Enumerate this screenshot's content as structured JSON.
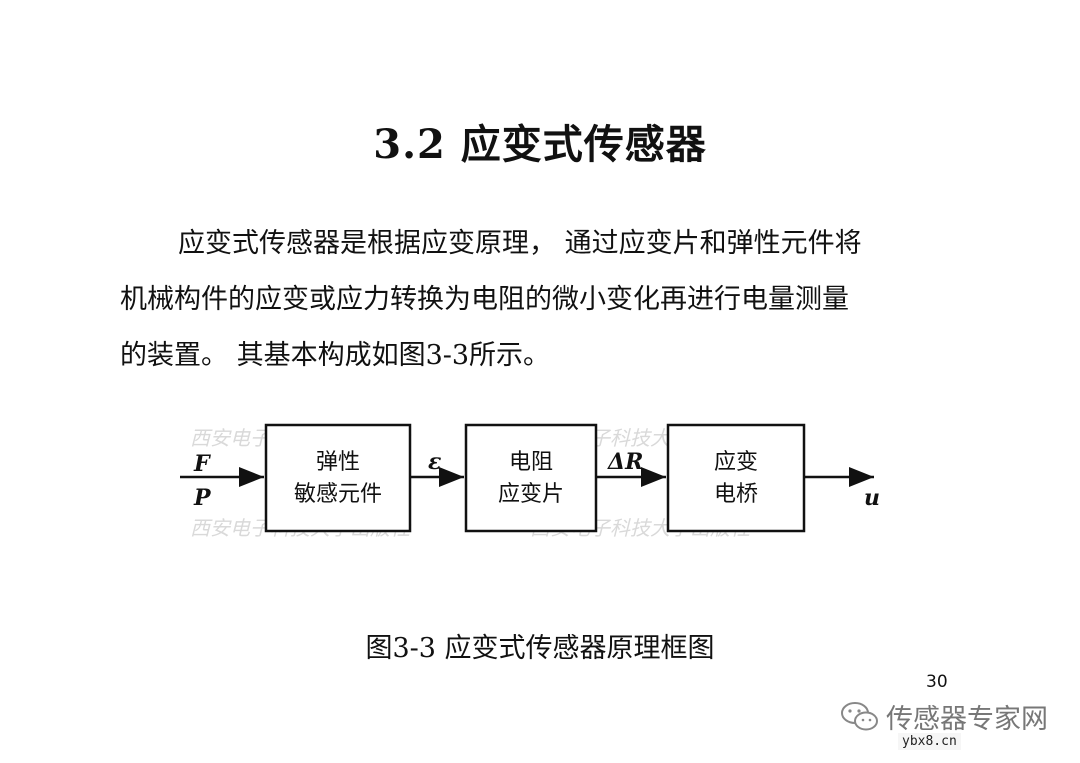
{
  "heading": "3.2 应变式传感器",
  "paragraph": {
    "line1": "应变式传感器是根据应变原理， 通过应变片和弹性元件将",
    "line2": "机械构件的应变或应力转换为电阻的微小变化再进行电量测量",
    "line3": "的装置。 其基本构成如图3-3所示。"
  },
  "diagram": {
    "inputs": [
      "F",
      "P"
    ],
    "blocks": [
      {
        "line1": "弹性",
        "line2": "敏感元件"
      },
      {
        "line1": "电阻",
        "line2": "应变片"
      },
      {
        "line1": "应变",
        "line2": "电桥"
      }
    ],
    "signals": [
      "ε",
      "ΔR"
    ],
    "output": "u",
    "background_watermark_top": "西安电子科技大学出版社",
    "background_watermark_bottom": "西安电子科技大学出版社"
  },
  "caption": "图3-3 应变式传感器原理框图",
  "page_number": "30",
  "watermark": {
    "text": "传感器专家网",
    "icon": "wechat-icon"
  },
  "site": "ybx8.cn"
}
